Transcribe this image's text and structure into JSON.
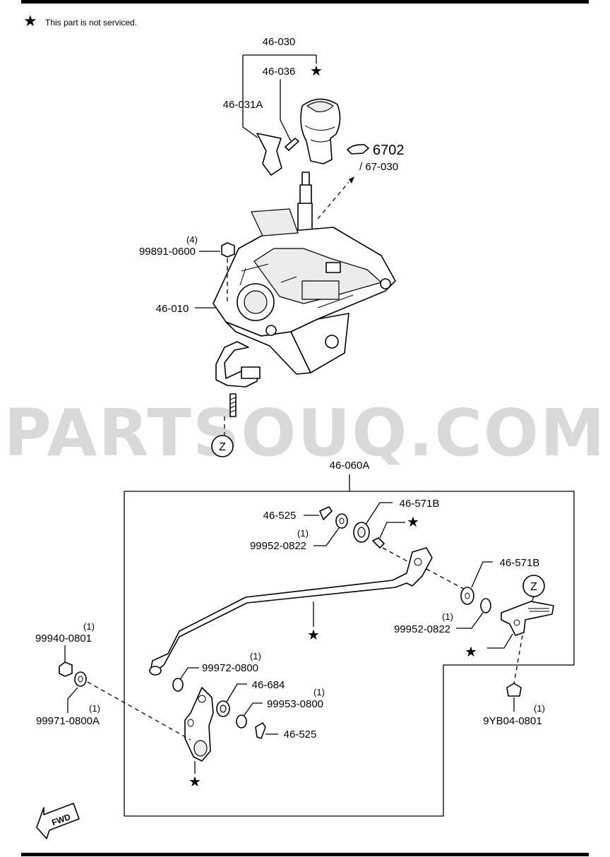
{
  "note": {
    "symbol": "★",
    "text": "This part is not serviced."
  },
  "watermark": "PARTSOUQ.COM",
  "upper": {
    "knob_assembly": "46-030",
    "knob_pin": "46-036",
    "knob_insert": "46-031A",
    "section_ref_main": "6702",
    "section_ref_sub": "/ 67-030",
    "bolt_qty": "(4)",
    "bolt": "99891-0600",
    "selector": "46-010",
    "ref_marker": "Z"
  },
  "lower": {
    "cable_assembly": "46-060A",
    "clip_top": "46-525",
    "washer_top_qty": "(1)",
    "washer_top": "99952-0822",
    "bushing_top": "46-571B",
    "bushing_right": "46-571B",
    "washer_right_qty": "(1)",
    "washer_right": "99952-0822",
    "ref_marker": "Z",
    "washer_mid_qty": "(1)",
    "washer_mid": "99972-0800",
    "bushing_lower": "46-684",
    "washer_lower_qty": "(1)",
    "washer_lower": "99953-0800",
    "clip_bottom": "46-525",
    "nut_left_qty": "(1)",
    "nut_left": "99940-0801",
    "washer_left_qty": "(1)",
    "washer_left": "99971-0800A",
    "nut_right_qty": "(1)",
    "nut_right": "9YB04-0801"
  },
  "fwd_label": "FWD"
}
